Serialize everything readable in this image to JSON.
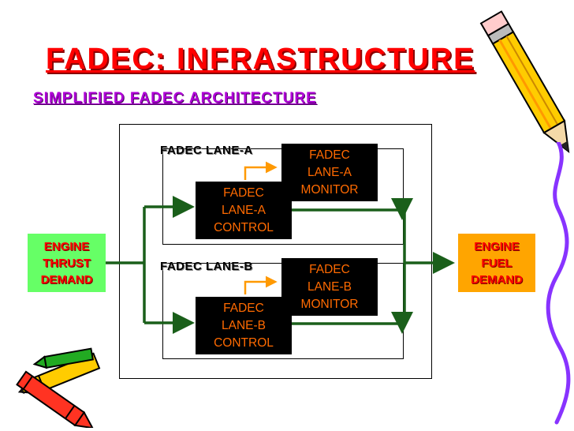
{
  "title": "FADEC: INFRASTRUCTURE",
  "subtitle": "SIMPLIFIED FADEC ARCHITECTURE",
  "lanes": [
    {
      "label": "FADEC LANE-A",
      "control": [
        "FADEC",
        "LANE-A",
        "CONTROL"
      ],
      "monitor": [
        "FADEC",
        "LANE-A",
        "MONITOR"
      ]
    },
    {
      "label": "FADEC LANE-B",
      "control": [
        "FADEC",
        "LANE-B",
        "CONTROL"
      ],
      "monitor": [
        "FADEC",
        "LANE-B",
        "MONITOR"
      ]
    }
  ],
  "input": [
    "ENGINE",
    "THRUST",
    "DEMAND"
  ],
  "output": [
    "ENGINE",
    "FUEL",
    "DEMAND"
  ],
  "colors": {
    "title": "#ff0000",
    "subtitle": "#b000d8",
    "block_bg": "#000000",
    "block_text": "#ff6a00",
    "input_bg": "#66ff66",
    "output_bg": "#ffa500",
    "wire": "#1a5f1a",
    "link": "#ff9900"
  },
  "decor": [
    "pencil-icon",
    "crayons-icon"
  ]
}
